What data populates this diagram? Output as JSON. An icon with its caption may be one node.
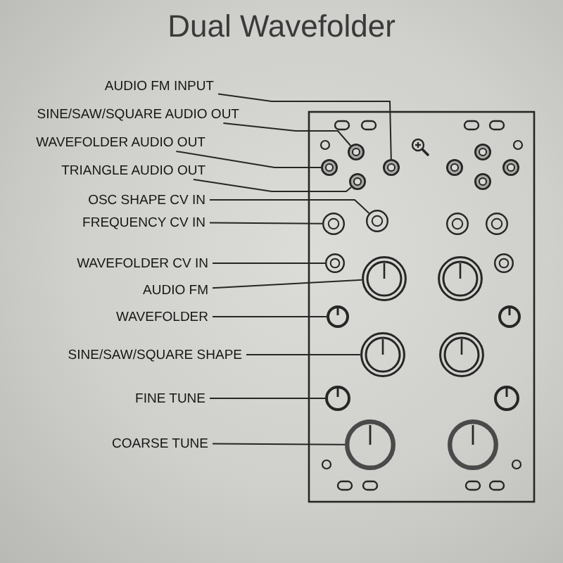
{
  "diagram": {
    "title": "Dual Wavefolder",
    "nodes": [
      {
        "text": [
          "AUDIO FM INPUT"
        ]
      },
      {
        "text": [],
        "shape": "circle"
      },
      {
        "text": [
          "SINE/SAW/SQUARE AUDIO OUT"
        ]
      },
      {
        "text": [],
        "shape": "circle"
      },
      {
        "text": [
          "WAVEFOLDER AUDIO OUT"
        ]
      },
      {
        "text": [],
        "shape": "circle"
      },
      {
        "text": [
          "TRIANGLE AUDIO OUT"
        ]
      },
      {
        "text": [],
        "shape": "circle"
      },
      {
        "text": [
          "OSC SHAPE CV IN"
        ]
      },
      {
        "text": [],
        "shape": "circle"
      },
      {
        "text": [
          "FREQUENCY CV IN"
        ]
      },
      {
        "text": [],
        "shape": "circle"
      },
      {
        "text": [
          "WAVEFOLDER CV IN"
        ]
      },
      {
        "text": [],
        "shape": "circle"
      },
      {
        "text": [
          "AUDIO FM"
        ]
      },
      {
        "text": [],
        "shape": "circle"
      },
      {
        "text": [
          "WAVEFOLDER"
        ]
      },
      {
        "text": [],
        "shape": "circle"
      },
      {
        "text": [
          "SINE/SAW/SQUARE SHAPE"
        ]
      },
      {
        "text": [],
        "shape": "circle"
      },
      {
        "text": [
          "FINE TUNE"
        ]
      },
      {
        "text": [],
        "shape": "circle"
      },
      {
        "text": [
          "COARSE TUNE"
        ]
      },
      {
        "text": [],
        "shape": "circle"
      },
      {
        "text": [],
        "shape": "circle"
      },
      {
        "text": [],
        "shape": "circle"
      },
      {
        "text": [],
        "shape": "circle"
      },
      {
        "text": [],
        "shape": "circle"
      },
      {
        "text": [],
        "shape": "circle"
      },
      {
        "text": [],
        "shape": "circle"
      },
      {
        "text": [],
        "shape": "circle"
      },
      {
        "text": [],
        "shape": "circle"
      },
      {
        "text": [],
        "shape": "circle"
      },
      {
        "text": [],
        "shape": "circle"
      },
      {
        "text": [],
        "shape": "circle"
      },
      {
        "text": [],
        "shape": "circle"
      }
    ],
    "edges": [
      {
        "from": 0,
        "to": 1,
        "arrow": "none"
      },
      {
        "from": 2,
        "to": 3,
        "arrow": "none"
      },
      {
        "from": 4,
        "to": 5,
        "arrow": "none"
      },
      {
        "from": 6,
        "to": 7,
        "arrow": "none"
      },
      {
        "from": 8,
        "to": 9,
        "arrow": "none"
      },
      {
        "from": 10,
        "to": 11,
        "arrow": "none"
      },
      {
        "from": 12,
        "to": 13,
        "arrow": "none"
      },
      {
        "from": 14,
        "to": 15,
        "arrow": "none"
      },
      {
        "from": 16,
        "to": 17,
        "arrow": "none"
      },
      {
        "from": 18,
        "to": 19,
        "arrow": "none"
      },
      {
        "from": 20,
        "to": 21,
        "arrow": "none"
      },
      {
        "from": 22,
        "to": 23,
        "arrow": "none"
      }
    ]
  }
}
